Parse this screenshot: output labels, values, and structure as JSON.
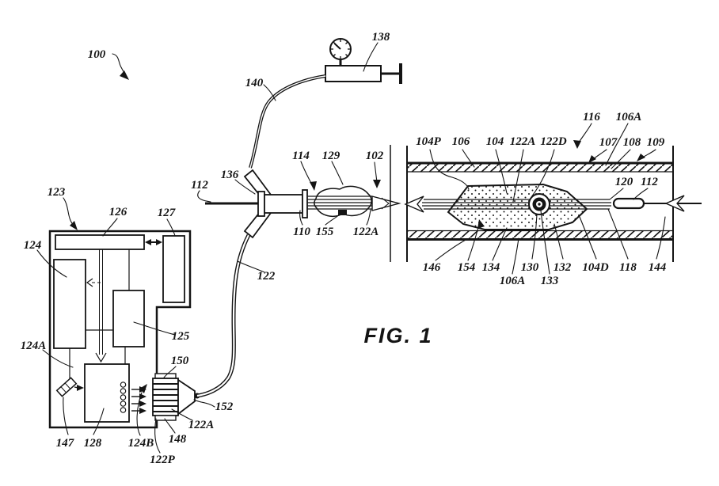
{
  "figure": {
    "caption": "FIG. 1"
  },
  "refs": {
    "r100": "100",
    "r138": "138",
    "r140": "140",
    "r112_left": "112",
    "r136": "136",
    "r114": "114",
    "r129": "129",
    "r102": "102",
    "r110": "110",
    "r155": "155",
    "r122a_shaft": "122A",
    "r122": "122",
    "r123": "123",
    "r126": "126",
    "r127": "127",
    "r124": "124",
    "r124a": "124A",
    "r125": "125",
    "r150": "150",
    "r147": "147",
    "r128": "128",
    "r124b": "124B",
    "r122p": "122P",
    "r148": "148",
    "r122a_conn": "122A",
    "r152": "152",
    "r104p": "104P",
    "r106": "106",
    "r104": "104",
    "r122a_vessel": "122A",
    "r122d": "122D",
    "r116": "116",
    "r106a_top": "106A",
    "r107": "107",
    "r108": "108",
    "r109": "109",
    "r120": "120",
    "r112_right": "112",
    "r146": "146",
    "r154": "154",
    "r134": "134",
    "r106a_bottom": "106A",
    "r130": "130",
    "r133": "133",
    "r132": "132",
    "r104d": "104D",
    "r118": "118",
    "r144": "144"
  },
  "colors": {
    "ink": "#141414",
    "paper": "#ffffff"
  }
}
